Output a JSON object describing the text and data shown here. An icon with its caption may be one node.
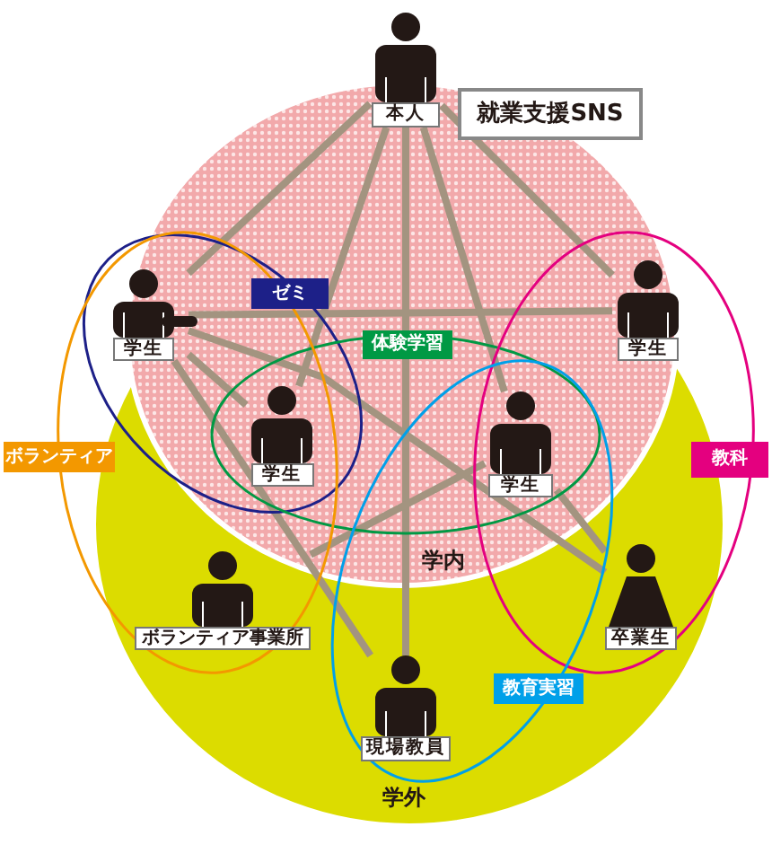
{
  "diagram": {
    "title": "就業支援SNS",
    "nodes": [
      {
        "text": [
          "本人"
        ]
      },
      {
        "text": [
          "学生"
        ]
      },
      {
        "text": [
          "学生"
        ]
      },
      {
        "text": [
          "学生"
        ]
      },
      {
        "text": [
          "学生"
        ]
      },
      {
        "text": [
          "ボランティア事業所"
        ]
      },
      {
        "text": [
          "卒業生"
        ]
      },
      {
        "text": [
          "現場教員"
        ]
      }
    ],
    "edges": [
      {
        "from": 0,
        "to": 7,
        "arrow": "none"
      },
      {
        "from": 0,
        "to": 1,
        "arrow": "none"
      },
      {
        "from": 0,
        "to": 2,
        "arrow": "none"
      },
      {
        "from": 1,
        "to": 2,
        "arrow": "none"
      },
      {
        "from": 0,
        "to": 4,
        "arrow": "none"
      },
      {
        "from": 0,
        "to": 3,
        "arrow": "none"
      },
      {
        "from": 1,
        "to": 6,
        "arrow": "none"
      },
      {
        "from": 1,
        "to": 7,
        "arrow": "none"
      },
      {
        "from": 5,
        "to": 4,
        "arrow": "none"
      },
      {
        "from": 4,
        "to": 6,
        "arrow": "none"
      },
      {
        "from": 1,
        "to": 3,
        "arrow": "none"
      }
    ],
    "labels": [
      "ゼミ",
      "体験学習",
      "ボランティア",
      "教科",
      "学内",
      "教育実習",
      "学外"
    ]
  }
}
